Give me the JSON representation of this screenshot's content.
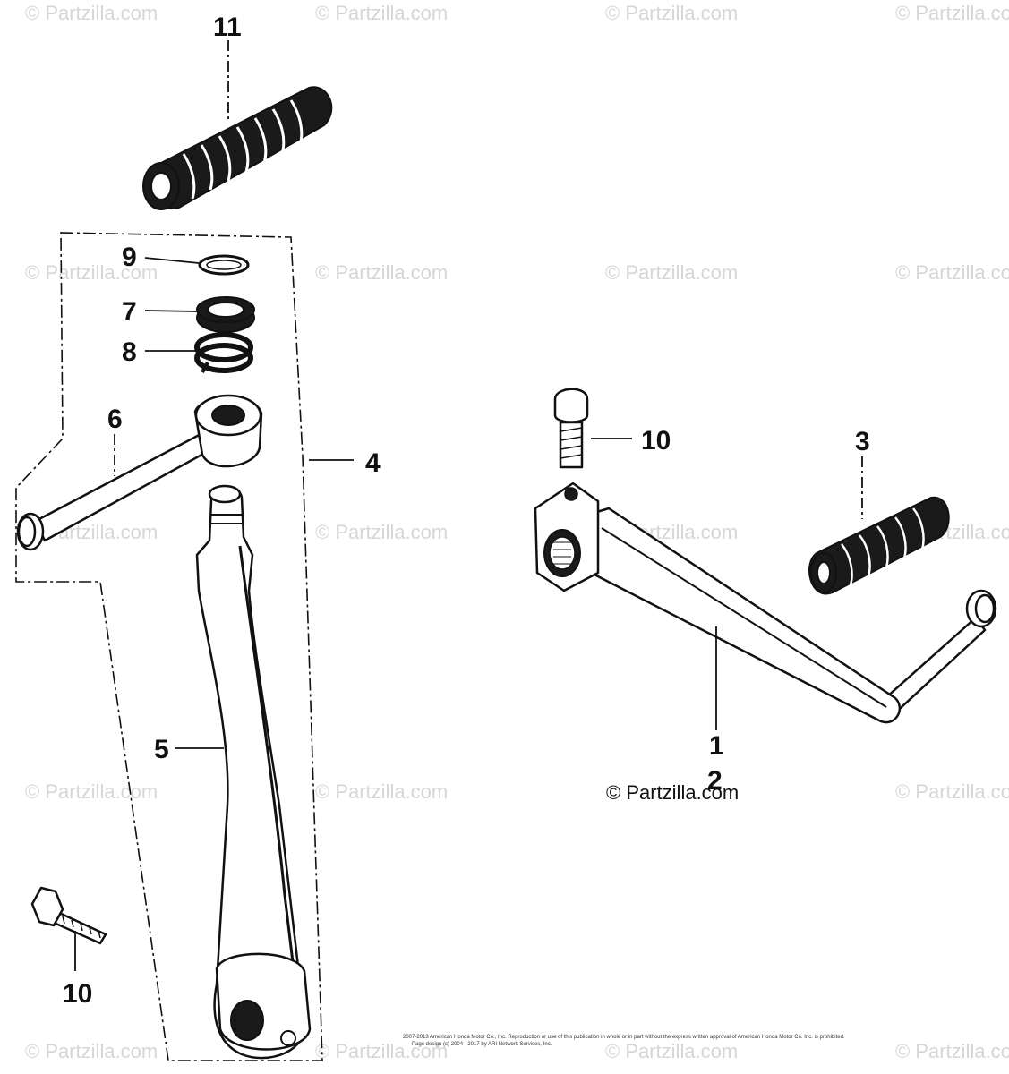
{
  "watermark": "© Partzilla.com",
  "callouts": {
    "c11": "11",
    "c9": "9",
    "c7": "7",
    "c8": "8",
    "c6": "6",
    "c4": "4",
    "c5": "5",
    "c10_left": "10",
    "c10_right": "10",
    "c3": "3",
    "c1": "1",
    "c2": "2"
  },
  "credit": "© Partzilla.com",
  "copyright_line1": "2007-2013 American Honda Motor Co., Inc. Reproduction or use of this publication in whole or in part without the express written approval of American Honda Motor Co. Inc. is prohibited.",
  "copyright_line2": "Page design (c) 2004 - 2017 by ARI Network Services, Inc."
}
